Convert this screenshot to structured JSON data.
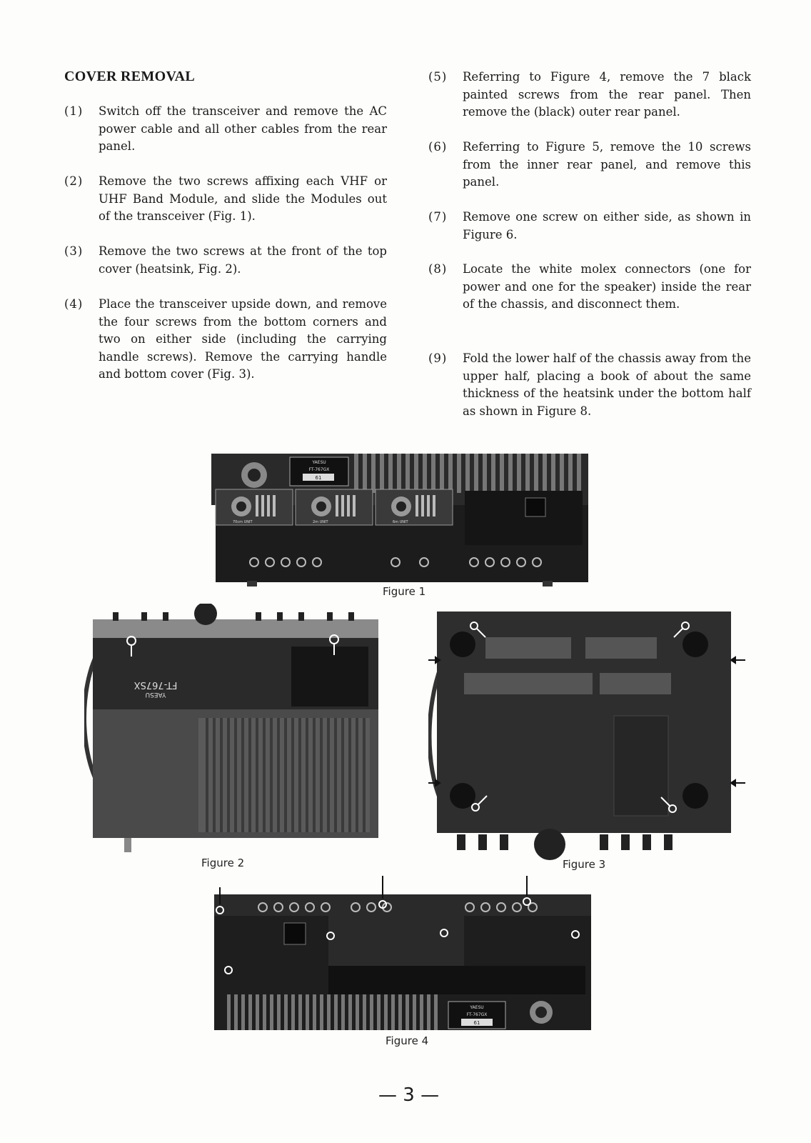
{
  "heading": "COVER REMOVAL",
  "steps": [
    {
      "num": "(1)",
      "text": "Switch off the transceiver and remove the AC power cable and all other cables from the rear panel."
    },
    {
      "num": "(2)",
      "text": "Remove the two screws affixing each VHF or UHF Band Module, and slide the Modules out of the transceiver (Fig. 1)."
    },
    {
      "num": "(3)",
      "text": "Remove the two screws at the front of the top cover (heatsink, Fig. 2)."
    },
    {
      "num": "(4)",
      "text": "Place the transceiver upside down, and remove the four screws from the bottom corners and two on either side (including the carrying handle screws). Remove the carrying handle and bottom cover (Fig. 3)."
    },
    {
      "num": "(5)",
      "text": "Referring to Figure 4, remove the 7 black painted screws from the rear panel. Then remove the (black) outer rear panel."
    },
    {
      "num": "(6)",
      "text": "Referring to Figure 5, remove the 10 screws from the inner rear panel, and remove this panel."
    },
    {
      "num": "(7)",
      "text": "Remove one screw on either side, as shown in Figure 6."
    },
    {
      "num": "(8)",
      "text": "Locate the white molex connectors (one for power and one for the speaker) inside the rear of the chassis, and disconnect them."
    },
    {
      "num": "(9)",
      "text": "Fold the lower half of the chassis away from the upper half, placing a book of about the same thickness of the heatsink under the bottom half as shown in Figure 8."
    }
  ],
  "figures": {
    "fig1": {
      "caption": "Figure 1",
      "label_brand": "YAESU",
      "label_model": "FT-767GX",
      "label_box": "61",
      "unit_labels": [
        "70cm UNIT",
        "2m UNIT",
        "6m UNIT"
      ]
    },
    "fig2": {
      "caption": "Figure 2",
      "label_brand": "YAESU",
      "label_model": "FT-767SX"
    },
    "fig3": {
      "caption": "Figure 3"
    },
    "fig4": {
      "caption": "Figure 4",
      "label_brand": "YAESU",
      "label_model": "FT-767GX",
      "label_box": "61"
    }
  },
  "page_number": "— 3 —"
}
